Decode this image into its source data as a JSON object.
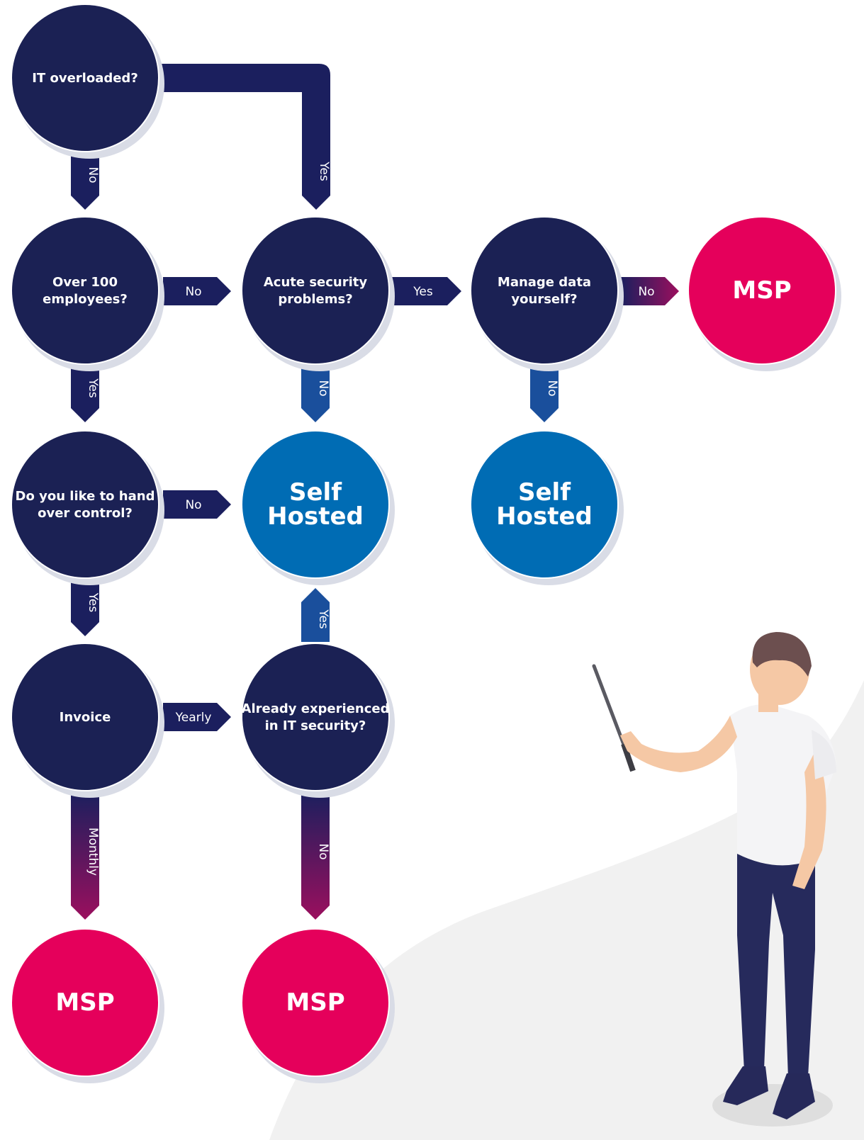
{
  "colors": {
    "question": "#1b2154",
    "self_hosted": "#006cb4",
    "msp": "#e5005b",
    "arrow_dark": "#1b1f5e",
    "arrow_blue": "#1a4f9c",
    "arrow_magenta": "#9b0f5e",
    "background_shape": "#f1f1f1",
    "shadow": "#d9dce6"
  },
  "nodes": {
    "it_overloaded": {
      "lines": [
        "IT overloaded?"
      ]
    },
    "over_100": {
      "lines": [
        "Over 100",
        "employees?"
      ]
    },
    "acute_security": {
      "lines": [
        "Acute security",
        "problems?"
      ]
    },
    "manage_data": {
      "lines": [
        "Manage data",
        "yourself?"
      ]
    },
    "msp_top": {
      "lines": [
        "MSP"
      ]
    },
    "hand_over": {
      "lines": [
        "Do you like to hand",
        "over control?"
      ]
    },
    "self_hosted_1": {
      "lines": [
        "Self",
        "Hosted"
      ]
    },
    "self_hosted_2": {
      "lines": [
        "Self",
        "Hosted"
      ]
    },
    "invoice": {
      "lines": [
        "Invoice"
      ]
    },
    "already_experienced": {
      "lines": [
        "Already experienced",
        "in IT security?"
      ]
    },
    "msp_bottom_left": {
      "lines": [
        "MSP"
      ]
    },
    "msp_bottom_mid": {
      "lines": [
        "MSP"
      ]
    }
  },
  "edges": {
    "overloaded_no": "No",
    "overloaded_yes": "Yes",
    "over100_no": "No",
    "over100_yes": "Yes",
    "acute_yes": "Yes",
    "acute_no": "No",
    "manage_no_right": "No",
    "manage_no_down": "No",
    "hand_no": "No",
    "hand_yes": "Yes",
    "invoice_yearly": "Yearly",
    "invoice_monthly": "Monthly",
    "experienced_yes": "Yes",
    "experienced_no": "No"
  }
}
